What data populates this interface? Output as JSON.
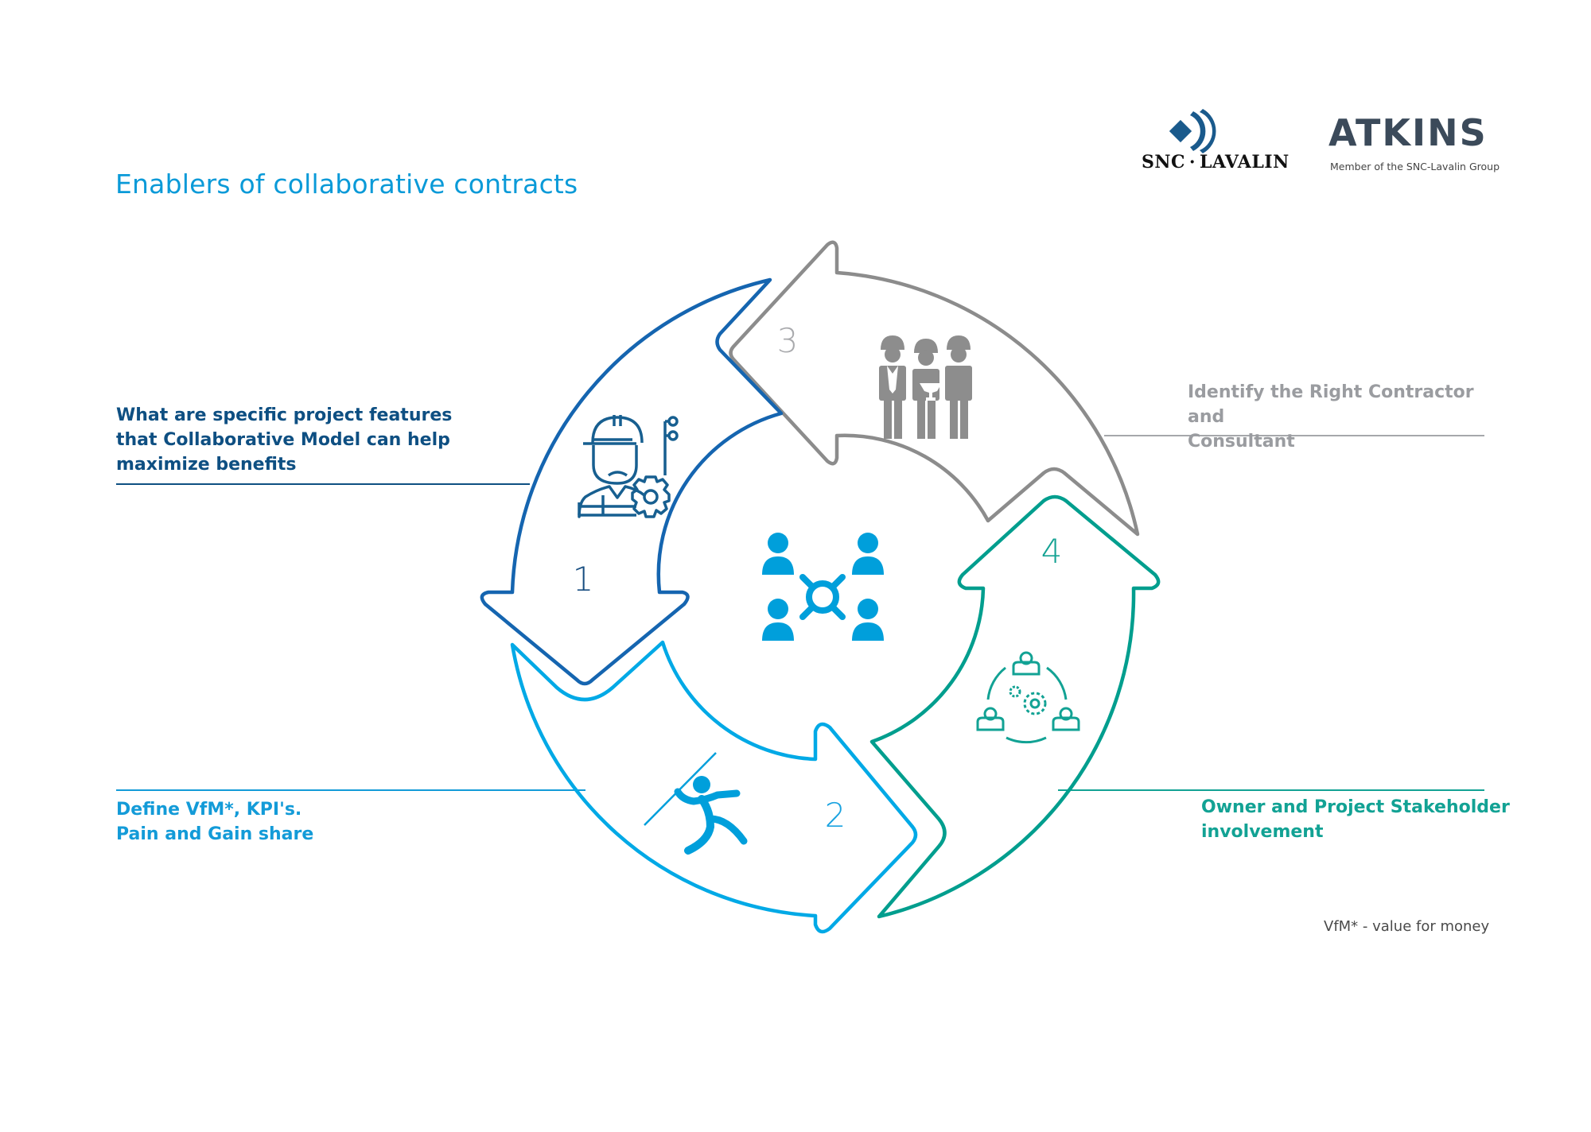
{
  "header": {
    "title": "Enablers of collaborative contracts",
    "logos": {
      "snc_lavalin": "SNC · LAVALIN",
      "atkins": "ATKINS",
      "atkins_tagline": "Member of the SNC-Lavalin Group"
    }
  },
  "colors": {
    "step1": "#1565b0",
    "step2": "#00a9e6",
    "step3": "#8c8c8c",
    "step4": "#009e8e",
    "title": "#0a9ad8",
    "center_icon": "#009fdb"
  },
  "cycle": {
    "center_icon": "collaboration-people-icon",
    "steps": [
      {
        "number": "1",
        "label": "What are specific project features that Collaborative Model can help maximize benefits",
        "lines": [
          "What are specific project features",
          "that Collaborative Model can help",
          "maximize benefits"
        ],
        "icon": "engineer-gear-icon",
        "direction": "down"
      },
      {
        "number": "2",
        "label": "Define VfM*, KPI's. Pain and Gain share",
        "lines": [
          "Define VfM*, KPI's.",
          "Pain and Gain share"
        ],
        "icon": "javelin-thrower-icon",
        "direction": "right"
      },
      {
        "number": "3",
        "label": "Identify the Right Contractor and Consultant",
        "lines": [
          "Identify the Right Contractor and",
          "Consultant"
        ],
        "icon": "contractor-team-icon",
        "direction": "left"
      },
      {
        "number": "4",
        "label": "Owner and Project Stakeholder involvement",
        "lines": [
          "Owner and Project Stakeholder",
          "involvement"
        ],
        "icon": "stakeholder-cycle-icon",
        "direction": "up"
      }
    ]
  },
  "footnote": "VfM* - value for money"
}
